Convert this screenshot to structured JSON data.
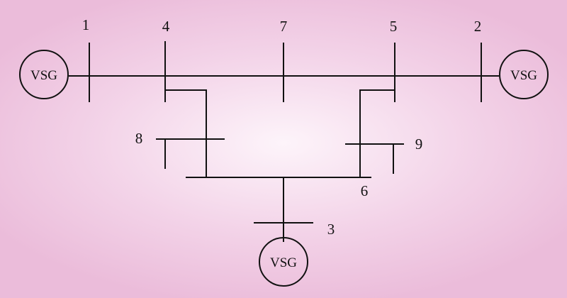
{
  "buses": [
    {
      "id": "bus-1",
      "label": "1"
    },
    {
      "id": "bus-2",
      "label": "2"
    },
    {
      "id": "bus-3",
      "label": "3"
    },
    {
      "id": "bus-4",
      "label": "4"
    },
    {
      "id": "bus-5",
      "label": "5"
    },
    {
      "id": "bus-6",
      "label": "6"
    },
    {
      "id": "bus-7",
      "label": "7"
    },
    {
      "id": "bus-8",
      "label": "8"
    },
    {
      "id": "bus-9",
      "label": "9"
    }
  ],
  "generators": [
    {
      "id": "gen-bus-1",
      "label": "VSG"
    },
    {
      "id": "gen-bus-2",
      "label": "VSG"
    },
    {
      "id": "gen-bus-3",
      "label": "VSG"
    }
  ]
}
